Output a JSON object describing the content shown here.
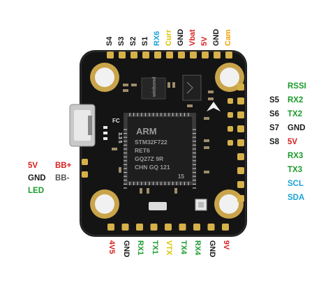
{
  "colors": {
    "black": "#1a1a1a",
    "green": "#1a9a2a",
    "red": "#d81e1e",
    "cyan": "#1aa2d8",
    "yellow": "#d9c400",
    "orange": "#f0a000",
    "gray": "#555555",
    "board": "#141414",
    "gold": "#d6b14a"
  },
  "top_pins": [
    {
      "label": "S4",
      "color": "black"
    },
    {
      "label": "S3",
      "color": "black"
    },
    {
      "label": "S2",
      "color": "black"
    },
    {
      "label": "S1",
      "color": "black"
    },
    {
      "label": "RX6",
      "color": "cyan"
    },
    {
      "label": "Curr",
      "color": "yellow"
    },
    {
      "label": "GND",
      "color": "black"
    },
    {
      "label": "Vbat",
      "color": "red"
    },
    {
      "label": "5V",
      "color": "red"
    },
    {
      "label": "GND",
      "color": "black"
    },
    {
      "label": "Cam",
      "color": "orange"
    }
  ],
  "bottom_pins": [
    {
      "label": "4V5",
      "color": "red"
    },
    {
      "label": "GND",
      "color": "black"
    },
    {
      "label": "RX1",
      "color": "green"
    },
    {
      "label": "TX1",
      "color": "green"
    },
    {
      "label": "VTX",
      "color": "yellow"
    },
    {
      "label": "TX4",
      "color": "green"
    },
    {
      "label": "RX4",
      "color": "green"
    },
    {
      "label": "GND",
      "color": "black"
    },
    {
      "label": "9V",
      "color": "red"
    }
  ],
  "right_outer": [
    {
      "label": "RSSI",
      "color": "green"
    },
    {
      "label": "RX2",
      "color": "green"
    },
    {
      "label": "TX2",
      "color": "green"
    },
    {
      "label": "GND",
      "color": "black"
    },
    {
      "label": "5V",
      "color": "red"
    },
    {
      "label": "RX3",
      "color": "green"
    },
    {
      "label": "TX3",
      "color": "green"
    },
    {
      "label": "SCL",
      "color": "cyan"
    },
    {
      "label": "SDA",
      "color": "cyan"
    }
  ],
  "right_inner": [
    {
      "label": "S5",
      "color": "black"
    },
    {
      "label": "S6",
      "color": "black"
    },
    {
      "label": "S7",
      "color": "black"
    },
    {
      "label": "S8",
      "color": "black"
    }
  ],
  "left_labels": [
    {
      "label": "5V",
      "color": "red"
    },
    {
      "label": "GND",
      "color": "black"
    },
    {
      "label": "LED",
      "color": "green"
    }
  ],
  "buzzer_labels": [
    {
      "label": "BB+",
      "color": "red"
    },
    {
      "label": "BB-",
      "color": "gray"
    }
  ],
  "silkscreen": {
    "fc": "FC",
    "chip_line1": "ARM",
    "chip_line2": "STM32F722",
    "chip_line3": "RET6",
    "chip_line4": "GQ27Z 9R",
    "chip_line5": "CHN GQ 121",
    "chip_line6": "15",
    "baro_brand": "winbond",
    "led_digits": "3.3 5"
  }
}
